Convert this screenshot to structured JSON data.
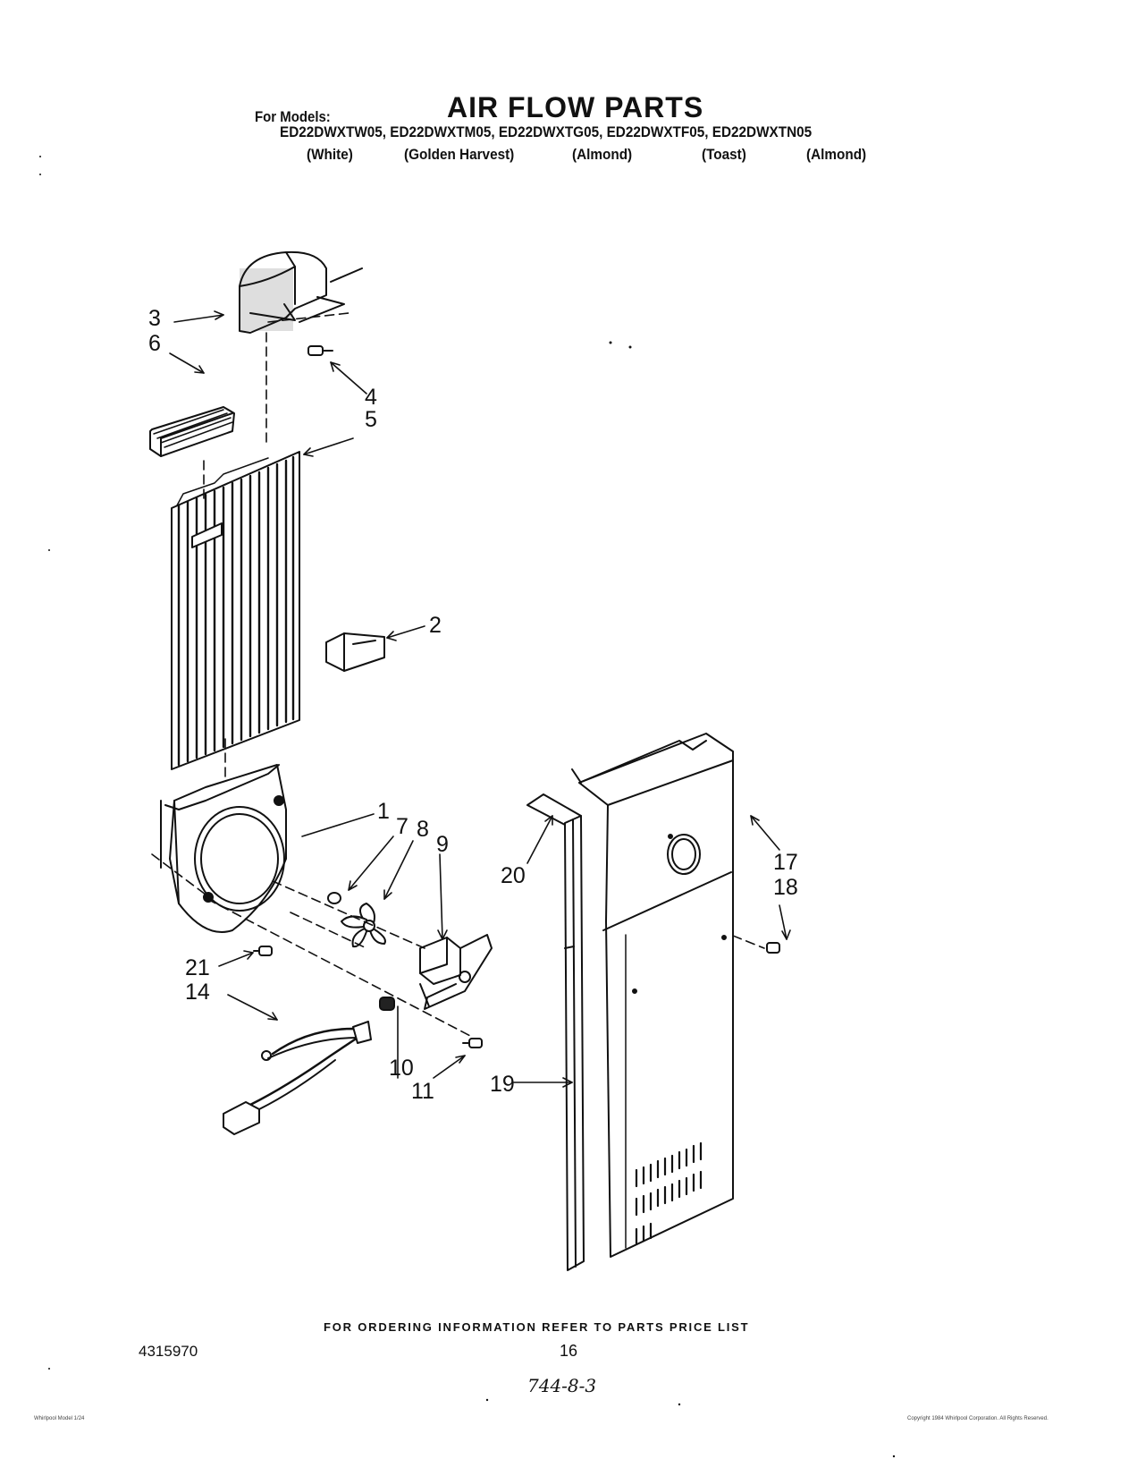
{
  "header": {
    "for_models_label": "For Models:",
    "title": "AIR FLOW PARTS",
    "models_line": "ED22DWXTW05, ED22DWXTM05, ED22DWXTG05, ED22DWXTF05, ED22DWXTN05",
    "colors": [
      "(White)",
      "(Golden Harvest)",
      "(Almond)",
      "(Toast)",
      "(Almond)"
    ]
  },
  "callouts": [
    "1",
    "2",
    "3",
    "4",
    "5",
    "6",
    "7",
    "8",
    "9",
    "10",
    "11",
    "14",
    "17",
    "18",
    "19",
    "20",
    "21"
  ],
  "footer": {
    "ordering_note": "FOR ORDERING INFORMATION REFER TO PARTS PRICE LIST",
    "document_number": "4315970",
    "page_number": "16",
    "handwritten_note": "744-8-3",
    "fine_print_left": "Whirlpool Model 1/24",
    "fine_print_right": "Copyright 1984 Whirlpool Corporation. All Rights Reserved."
  }
}
